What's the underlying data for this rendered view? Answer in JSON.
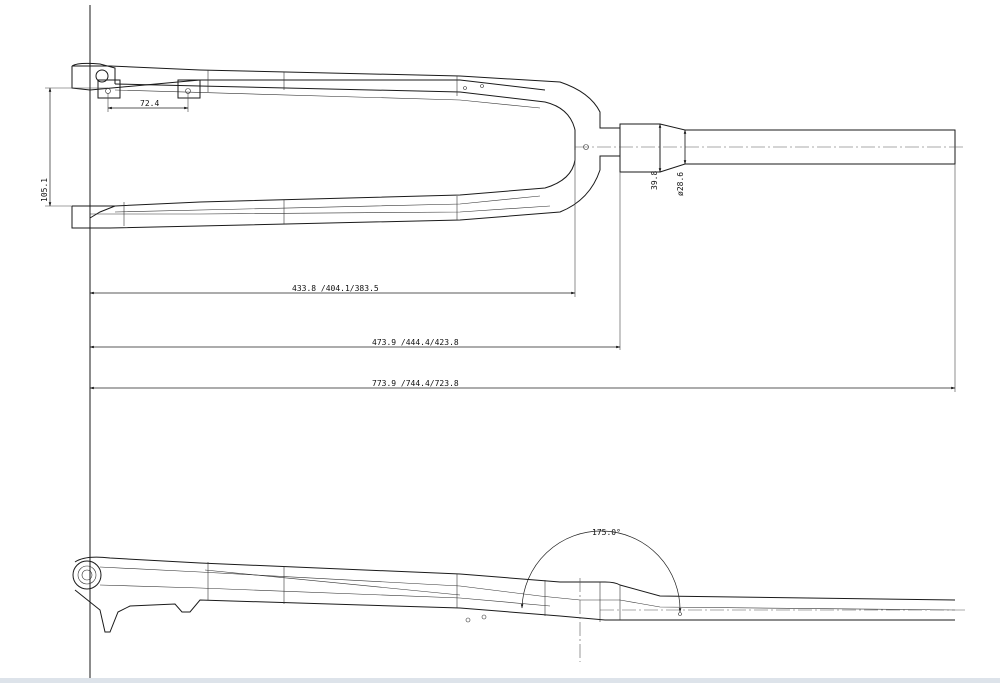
{
  "dimensions": {
    "dropout_spacing": "72.4",
    "fork_span": "105.1",
    "steerer_diameter_upper": "39.8",
    "steerer_diameter_lower": "ø28.6",
    "length_to_crown": "433.8 /404.1/383.5",
    "length_to_crown_race": "473.9 /444.4/423.8",
    "overall_length": "773.9 /744.4/723.8",
    "crown_angle": "175.0°"
  },
  "colors": {
    "line": "#1a1a1a",
    "background": "#ffffff",
    "bottom_bar": "#dde3ea"
  }
}
